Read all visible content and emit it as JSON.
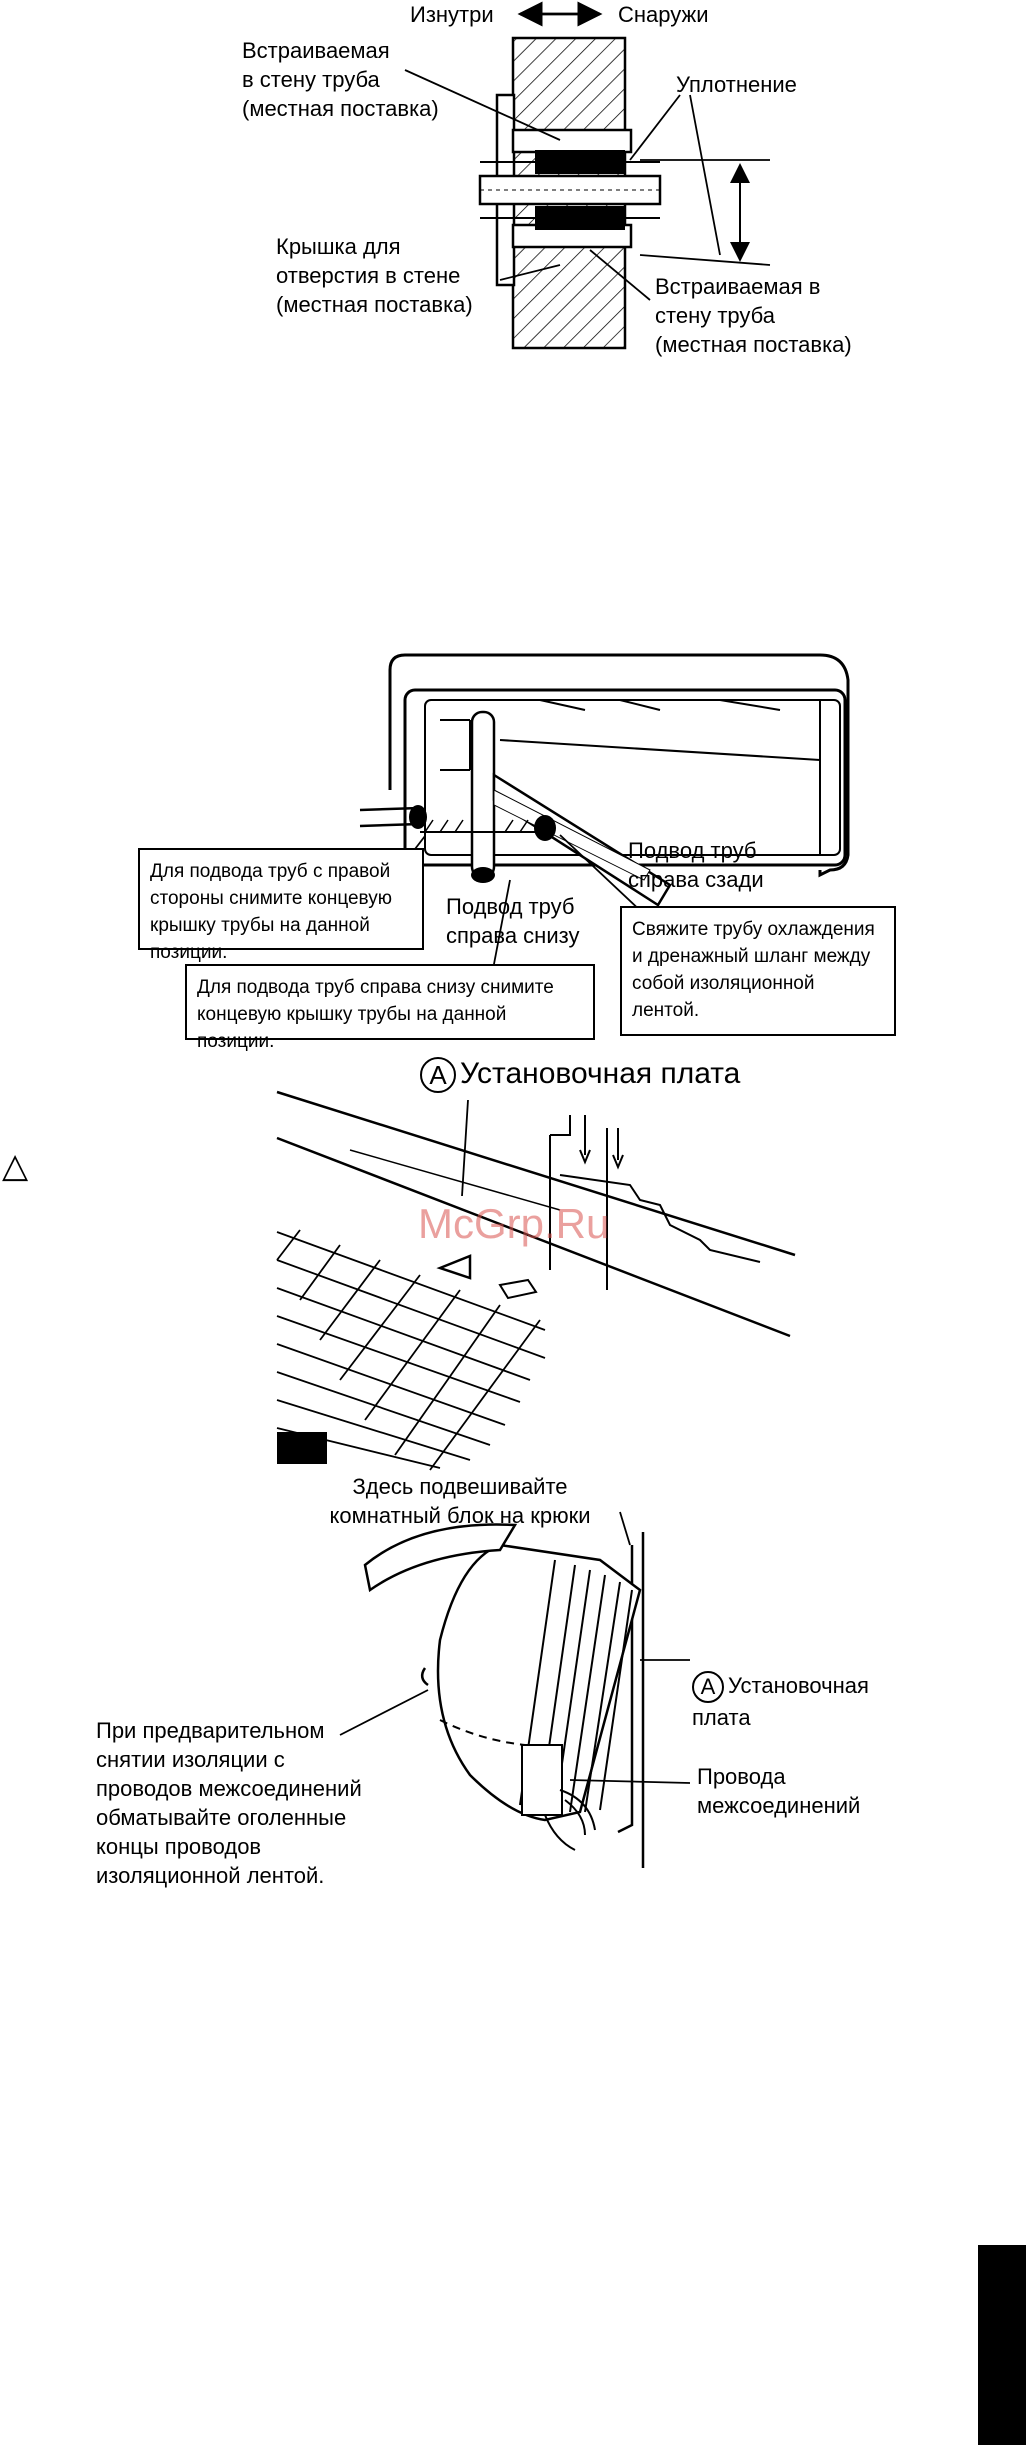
{
  "figure1": {
    "inside_label": "Изнутри",
    "outside_label": "Снаружи",
    "embedded_pipe_top": "Встраиваемая\nв стену труба\n(местная поставка)",
    "seal": "Уплотнение",
    "wall_cover": "Крышка для\nотверстия в стене\n(местная поставка)",
    "embedded_pipe_bottom": "Встраиваемая в\nстену труба\n(местная поставка)"
  },
  "figure2": {
    "right_side_note": "Для подвода труб с правой\nстороны снимите концевую\nкрышку трубы на данной позиции.",
    "rear_right": "Подвод труб\nсправа сзади",
    "bottom_right": "Подвод труб\nсправа снизу",
    "bottom_note": "Для подвода труб справа снизу снимите\nконцевую крышку трубы на данной позиции.",
    "tie_note": "Свяжите трубу охлаждения\nи дренажный шланг между\nсобой изоляционной\nлентой."
  },
  "figure3": {
    "marker": "A",
    "plate_title": "Установочная плата",
    "triangle": "△",
    "watermark": "McGrp.Ru"
  },
  "figure4": {
    "hang_note": "Здесь подвешивайте\nкомнатный блок на крюки",
    "marker": "A",
    "plate_label": "Установочная\nплата",
    "insulation_note": "При предварительном\nснятии изоляции с\nпроводов межсоединений\nобматывайте оголенные\nконцы проводов\nизоляционной лентой.",
    "wires": "Провода\nмежсоединений"
  }
}
